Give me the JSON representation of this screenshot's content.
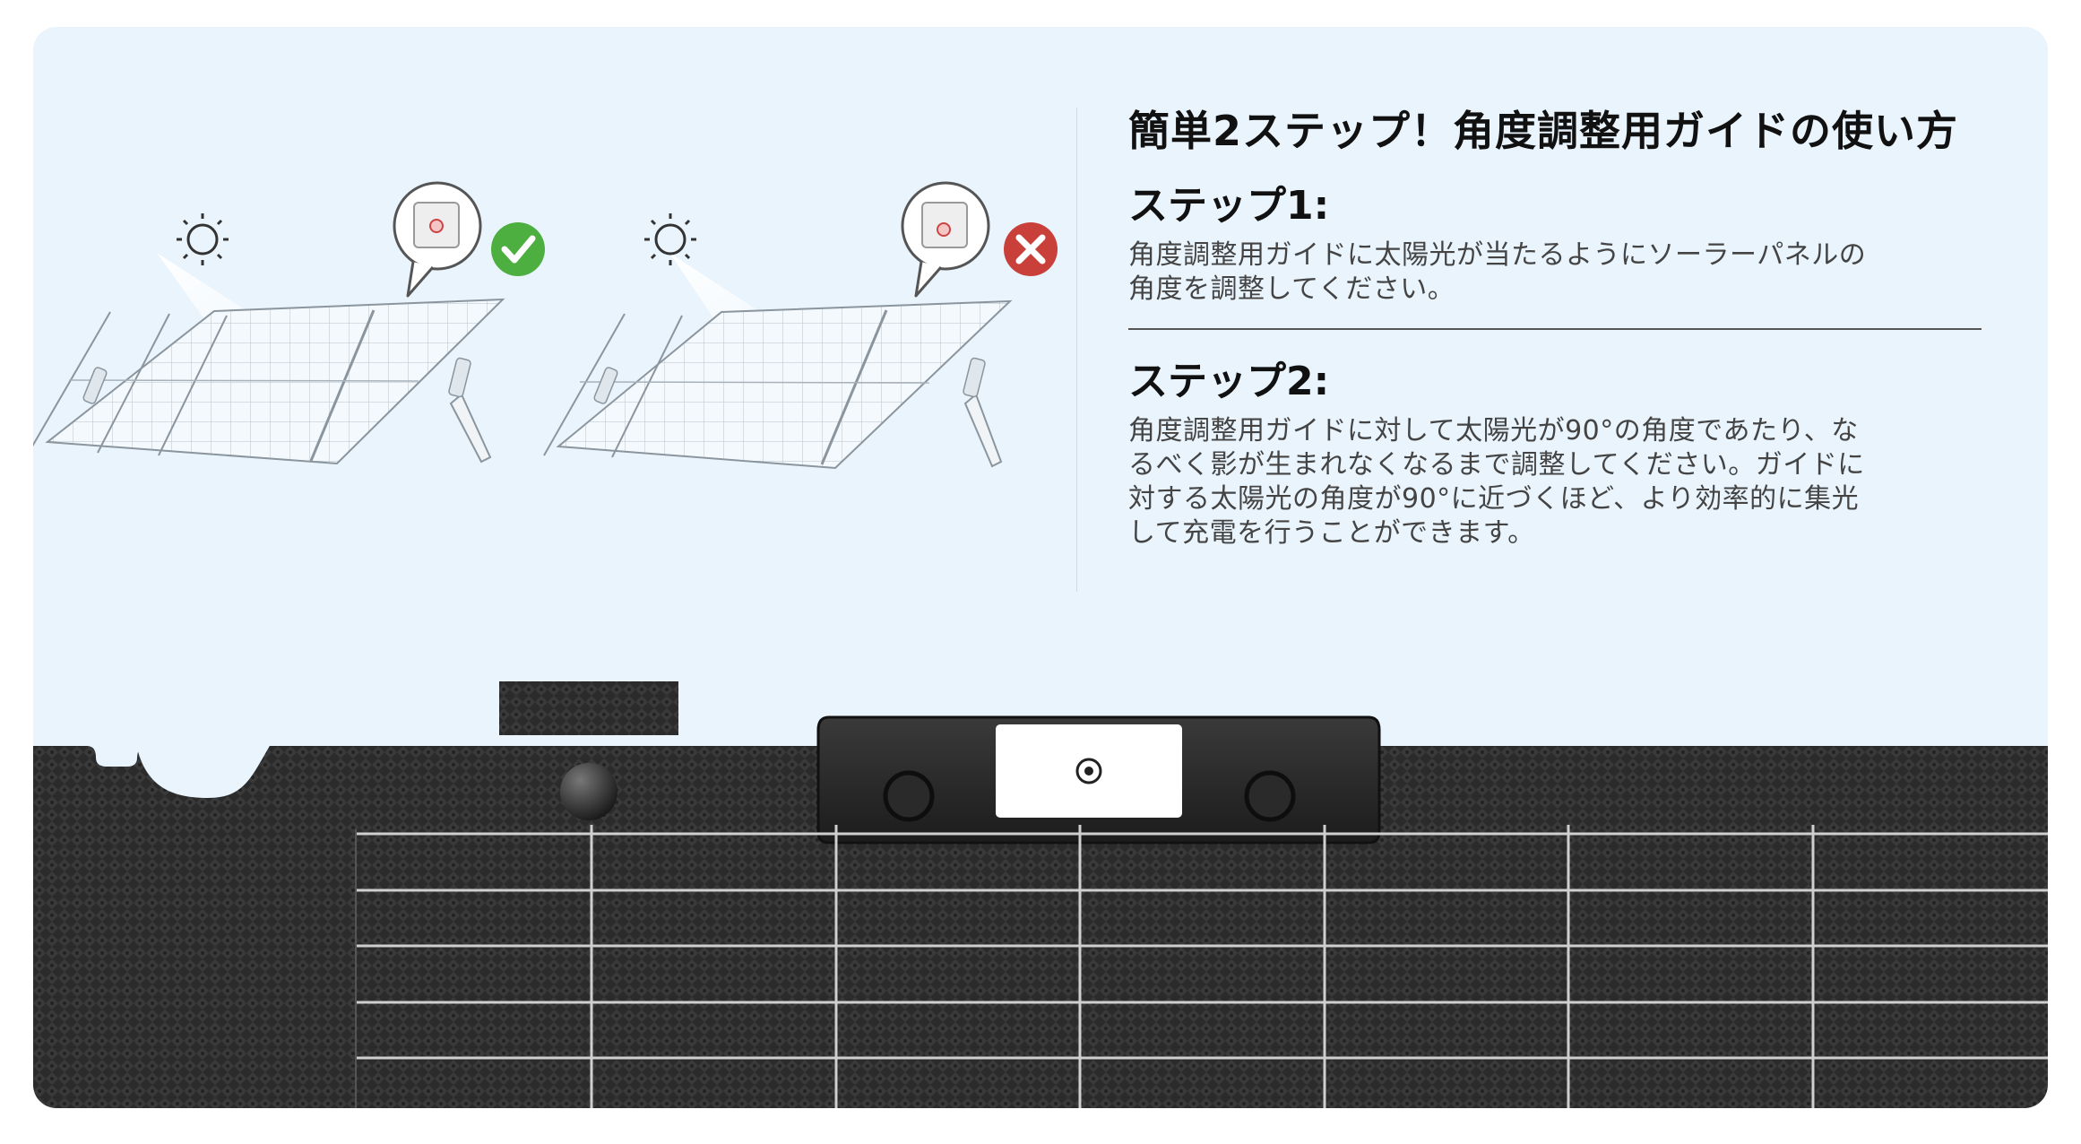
{
  "heading": "簡単2ステップ！角度調整用ガイドの使い方",
  "steps": [
    {
      "title": "ステップ1:",
      "lines": [
        "角度調整用ガイドに太陽光が当たるようにソーラーパネルの",
        "角度を調整してください。"
      ]
    },
    {
      "title": "ステップ2:",
      "lines": [
        "角度調整用ガイドに対して太陽光が90°の角度であたり、な",
        "るべく影が生まれなくなるまで調整してください。ガイドに",
        "対する太陽光の角度が90°に近づくほど、より効率的に集光",
        "して充電を行うことができます。"
      ]
    }
  ],
  "colors": {
    "background": "#e9f4fd",
    "panel": "#2e2e2e",
    "ok": "#4caf3f",
    "ng": "#c9403a"
  },
  "icons": {
    "correct": "check-circle-icon",
    "incorrect": "cross-circle-icon",
    "sun": "sun-icon"
  }
}
